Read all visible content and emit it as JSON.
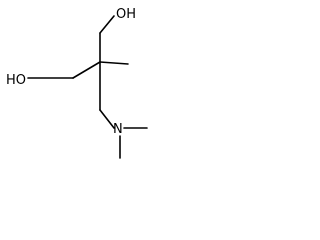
{
  "molecule": {
    "atoms": {
      "oh_top": "OH",
      "oh_left": "HO",
      "nitrogen": "N"
    }
  },
  "colors": {
    "bond": "#000000",
    "label": "#000000",
    "background": "#ffffff"
  }
}
